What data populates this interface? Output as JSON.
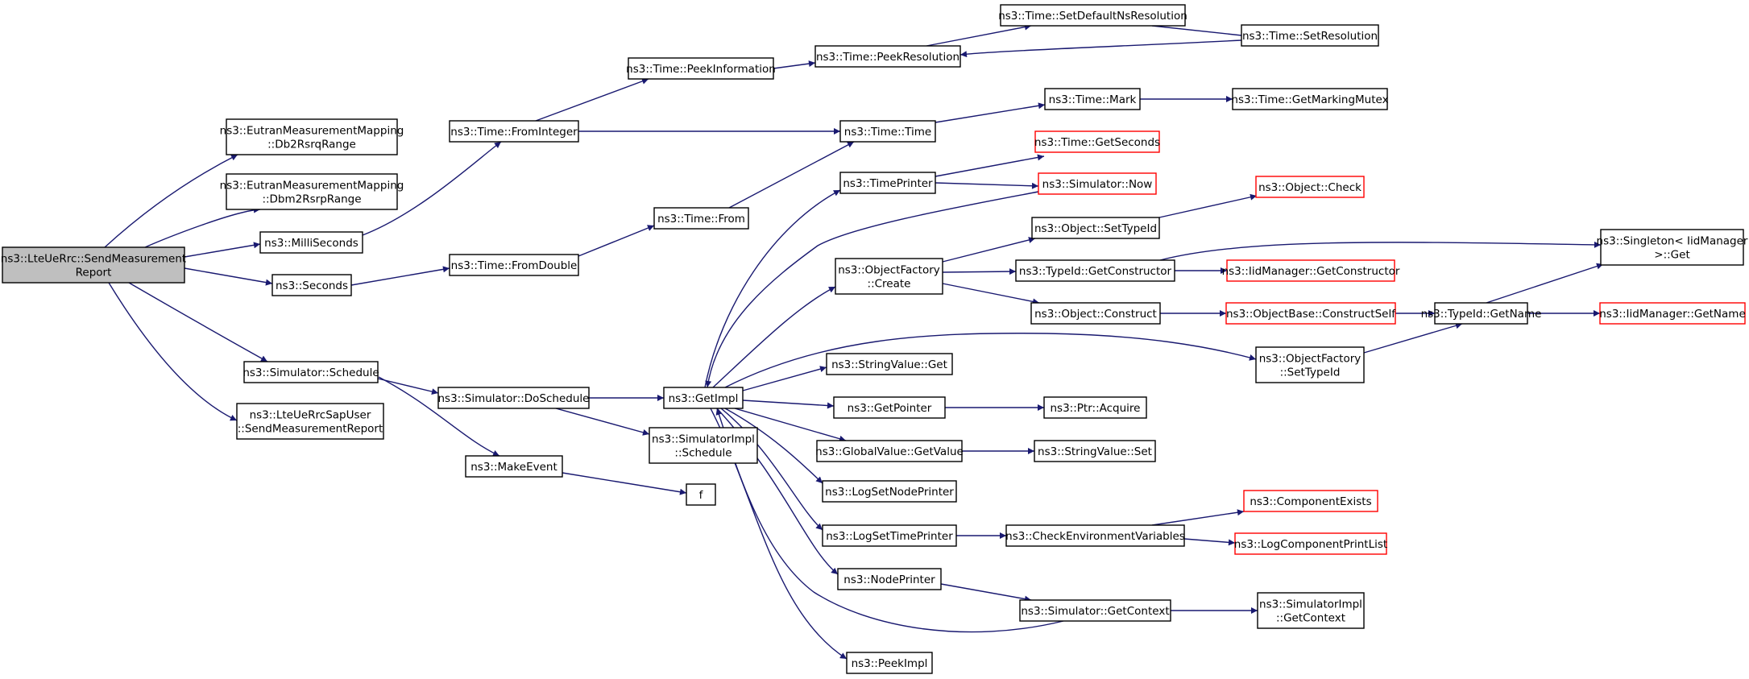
{
  "colors": {
    "edge": "#191970",
    "node_border": "#000000",
    "node_border_truncated": "#ff0000",
    "root_fill": "#bfbfbf",
    "node_fill": "#ffffff",
    "text": "#000000"
  },
  "nodes": {
    "root": {
      "lines": [
        "ns3::LteUeRrc::SendMeasurement",
        "Report"
      ],
      "root": true
    },
    "db2rsrq": {
      "lines": [
        "ns3::EutranMeasurementMapping",
        "::Db2RsrqRange"
      ]
    },
    "dbm2rsrp": {
      "lines": [
        "ns3::EutranMeasurementMapping",
        "::Dbm2RsrpRange"
      ]
    },
    "milliseconds": {
      "lines": [
        "ns3::MilliSeconds"
      ]
    },
    "seconds": {
      "lines": [
        "ns3::Seconds"
      ]
    },
    "schedule": {
      "lines": [
        "ns3::Simulator::Schedule"
      ]
    },
    "saplser": {
      "lines": [
        "ns3::LteUeRrcSapUser",
        "::SendMeasurementReport"
      ]
    },
    "frominteger": {
      "lines": [
        "ns3::Time::FromInteger"
      ]
    },
    "fromdouble": {
      "lines": [
        "ns3::Time::FromDouble"
      ]
    },
    "doschedule": {
      "lines": [
        "ns3::Simulator::DoSchedule"
      ]
    },
    "makeevent": {
      "lines": [
        "ns3::MakeEvent"
      ]
    },
    "peekinformation": {
      "lines": [
        "ns3::Time::PeekInformation"
      ]
    },
    "from": {
      "lines": [
        "ns3::Time::From"
      ]
    },
    "getimpl": {
      "lines": [
        "ns3::GetImpl"
      ]
    },
    "simimplschedule": {
      "lines": [
        "ns3::SimulatorImpl",
        "::Schedule"
      ]
    },
    "f": {
      "lines": [
        "f"
      ]
    },
    "peekresolution": {
      "lines": [
        "ns3::Time::PeekResolution"
      ]
    },
    "timetime": {
      "lines": [
        "ns3::Time::Time"
      ]
    },
    "timeprinter": {
      "lines": [
        "ns3::TimePrinter"
      ]
    },
    "objectfactorycreate": {
      "lines": [
        "ns3::ObjectFactory",
        "::Create"
      ]
    },
    "stringvalueget": {
      "lines": [
        "ns3::StringValue::Get"
      ]
    },
    "getpointer": {
      "lines": [
        "ns3::GetPointer"
      ]
    },
    "globalvaluegetvalue": {
      "lines": [
        "ns3::GlobalValue::GetValue"
      ]
    },
    "logsetnodeprinter": {
      "lines": [
        "ns3::LogSetNodePrinter"
      ]
    },
    "logsettimeprinter": {
      "lines": [
        "ns3::LogSetTimePrinter"
      ]
    },
    "nodeprinter": {
      "lines": [
        "ns3::NodePrinter"
      ]
    },
    "peekimpl": {
      "lines": [
        "ns3::PeekImpl"
      ]
    },
    "setdefaultnsresolution": {
      "lines": [
        "ns3::Time::SetDefaultNsResolution"
      ]
    },
    "setresolution": {
      "lines": [
        "ns3::Time::SetResolution"
      ]
    },
    "timemark": {
      "lines": [
        "ns3::Time::Mark"
      ]
    },
    "getmarkingmutex": {
      "lines": [
        "ns3::Time::GetMarkingMutex"
      ]
    },
    "getseconds": {
      "lines": [
        "ns3::Time::GetSeconds"
      ],
      "truncated": true
    },
    "simulatornow": {
      "lines": [
        "ns3::Simulator::Now"
      ],
      "truncated": true
    },
    "objectsettypeid": {
      "lines": [
        "ns3::Object::SetTypeId"
      ]
    },
    "typeidgetconstructor": {
      "lines": [
        "ns3::TypeId::GetConstructor"
      ]
    },
    "objectconstruct": {
      "lines": [
        "ns3::Object::Construct"
      ]
    },
    "objectfactorysettypeid": {
      "lines": [
        "ns3::ObjectFactory",
        "::SetTypeId"
      ]
    },
    "ptracquire": {
      "lines": [
        "ns3::Ptr::Acquire"
      ]
    },
    "stringvalueset": {
      "lines": [
        "ns3::StringValue::Set"
      ]
    },
    "checkenvvars": {
      "lines": [
        "ns3::CheckEnvironmentVariables"
      ]
    },
    "simgetcontext": {
      "lines": [
        "ns3::Simulator::GetContext"
      ]
    },
    "objectcheck": {
      "lines": [
        "ns3::Object::Check"
      ],
      "truncated": true
    },
    "iidgetconstructor": {
      "lines": [
        "ns3::IidManager::GetConstructor"
      ],
      "truncated": true
    },
    "constructself": {
      "lines": [
        "ns3::ObjectBase::ConstructSelf"
      ],
      "truncated": true
    },
    "componentexists": {
      "lines": [
        "ns3::ComponentExists"
      ],
      "truncated": true
    },
    "logcomponentprintlist": {
      "lines": [
        "ns3::LogComponentPrintList"
      ],
      "truncated": true
    },
    "simimplgetcontext": {
      "lines": [
        "ns3::SimulatorImpl",
        "::GetContext"
      ]
    },
    "singletonget": {
      "lines": [
        "ns3::Singleton< IidManager",
        ">::Get"
      ]
    },
    "typeidgetname": {
      "lines": [
        "ns3::TypeId::GetName"
      ]
    },
    "iidgetname": {
      "lines": [
        "ns3::IidManager::GetName"
      ],
      "truncated": true
    }
  }
}
